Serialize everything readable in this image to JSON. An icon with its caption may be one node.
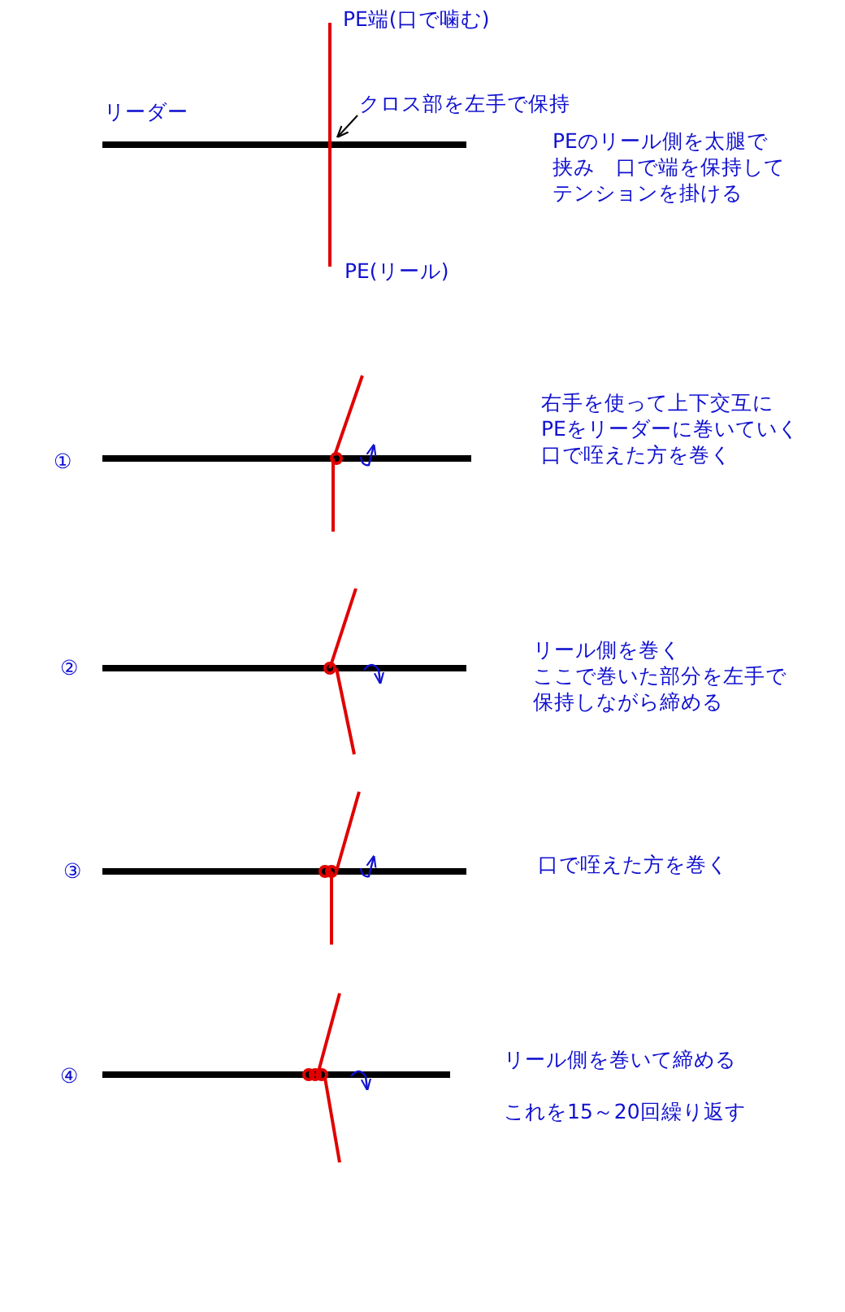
{
  "diagram": {
    "nodes": [
      {
        "text": [
          "クロス部を左手で保持"
        ]
      },
      {
        "text": [],
        "shape": "cross"
      }
    ],
    "edges": [
      {
        "from": 0,
        "to": 1,
        "arrow": "to"
      }
    ],
    "labels": [
      "PE端(口で噛む)",
      "リーダー",
      "PEのリール側を太腿で挟み　口で端を保持してテンションを掛ける",
      "PE(リール)",
      "①",
      "右手を使って上下交互にPEをリーダーに巻いていく口で咥えた方を巻く",
      "②",
      "リール側を巻くここで巻いた部分を左手で保持しながら締める",
      "③",
      "口で咥えた方を巻く",
      "④",
      "リール側を巻いて締める",
      "これを15～20回繰り返す"
    ]
  }
}
